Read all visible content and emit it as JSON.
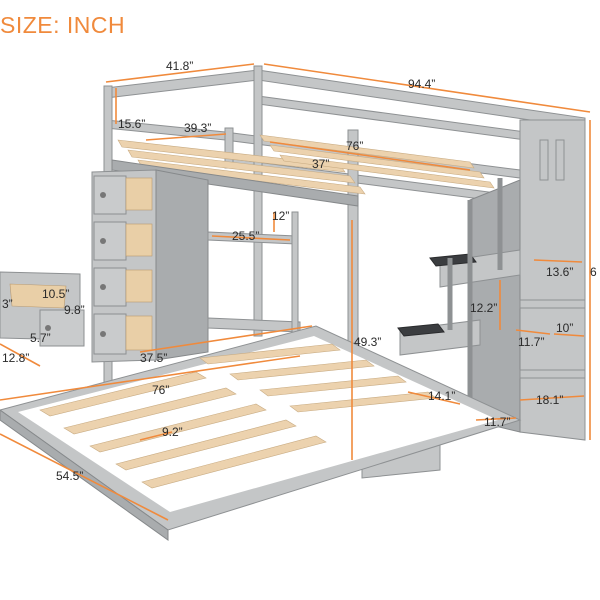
{
  "title": "SIZE: INCH",
  "colors": {
    "dimension_line": "#f08a3c",
    "frame_gray": "#c4c6c7",
    "slat_wood": "#ecd2ae",
    "stair_tread": "#3b3d40"
  },
  "dimensions": {
    "top_width": "41.8”",
    "top_length": "94.4”",
    "guardrail_height": "15.6”",
    "loft_slat_width": "39.3”",
    "loft_slat_length": "76”",
    "loft_inner": "37”",
    "shelf_gap": "12”",
    "shelf_width": "25.5”",
    "loft_clearance": "49.3”",
    "overall_height": "6",
    "step_depth_top": "13.6”",
    "step_rise": "12.2”",
    "step_a": "11.7”",
    "step_b": "10”",
    "step_c": "14.1”",
    "step_d": "11.7”",
    "step_width": "18.1”",
    "lower_width": "37.5”",
    "lower_length": "76”",
    "lower_slat_gap": "9.2”",
    "lower_outer": "54.5”",
    "drawer_w": "10.5”",
    "drawer_h": "9.8”",
    "drawer_d": "5.7”",
    "drawer_l": "3”",
    "drawer_depth": "12.8”"
  }
}
